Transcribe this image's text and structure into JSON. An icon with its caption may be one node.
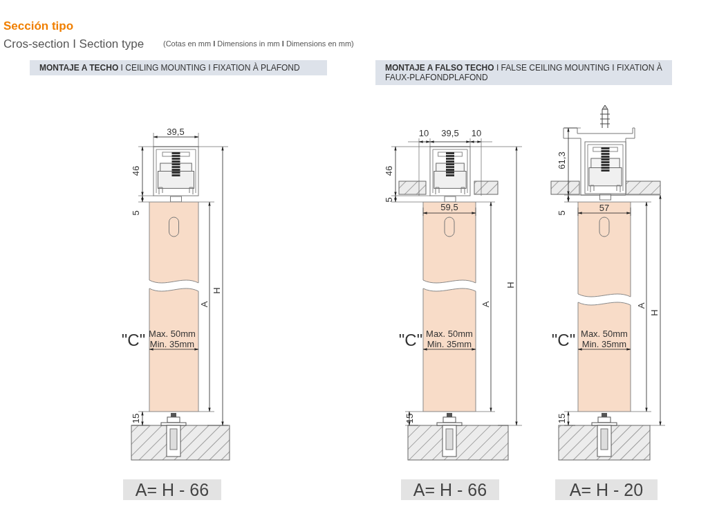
{
  "diagram": {
    "title": "Sección tipo",
    "nodes": [
      {
        "text": [
          "**MONTAJE A TECHO** I CEILING MOUNTING I FIXATION À PLAFOND"
        ]
      },
      {
        "text": [
          "**MONTAJE A FALSO TECHO** I FALSE CEILING MOUNTING I FIXATION À FAUX-PLAFONDPLAFOND"
        ]
      },
      {
        "text": [
          "A= H - 66"
        ]
      },
      {
        "text": [
          "A= H - 66"
        ]
      },
      {
        "text": [
          "A= H - 20"
        ]
      }
    ],
    "labels": [
      "Cros-section I Section type",
      "(Cotas en mm **I** Dimensions in mm **I** Dimensions en mm)",
      "39,5",
      "46",
      "5",
      "H",
      "A",
      "\"C\"",
      "Max. 50mm",
      "Min. 35mm",
      "15",
      "10",
      "39,5",
      "10",
      "46",
      "5",
      "59,5",
      "H",
      "A",
      "\"C\"",
      "Max. 50mm",
      "Min. 35mm",
      "15",
      "61,3",
      "5",
      "57",
      "A",
      "H",
      "\"C\"",
      "Max. 50mm",
      "Min. 35mm",
      "15"
    ]
  }
}
